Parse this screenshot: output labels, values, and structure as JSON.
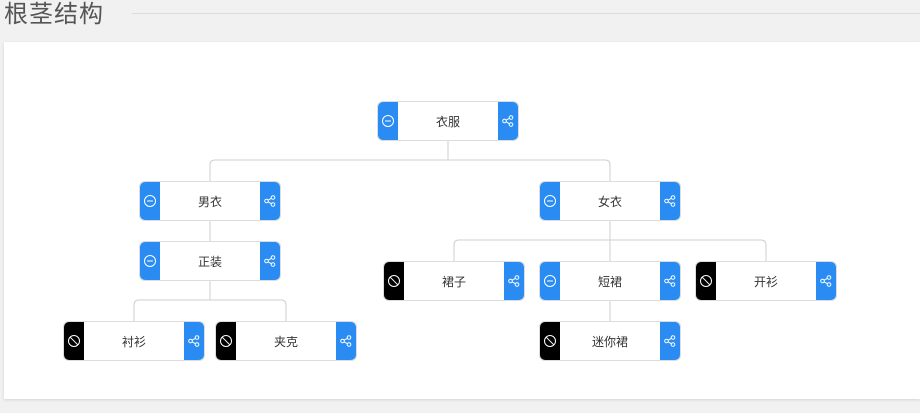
{
  "header": {
    "title": "根茎结构"
  },
  "tree": {
    "root": {
      "label": "衣服",
      "toggle_icon": "minus-circle-icon",
      "action_icon": "share-icon"
    },
    "men": {
      "label": "男衣",
      "toggle_icon": "minus-circle-icon",
      "action_icon": "share-icon"
    },
    "formal": {
      "label": "正装",
      "toggle_icon": "minus-circle-icon",
      "action_icon": "share-icon"
    },
    "shirt": {
      "label": "衬衫",
      "toggle_icon": "block-icon",
      "action_icon": "share-icon"
    },
    "jacket": {
      "label": "夹克",
      "toggle_icon": "block-icon",
      "action_icon": "share-icon"
    },
    "women": {
      "label": "女衣",
      "toggle_icon": "minus-circle-icon",
      "action_icon": "share-icon"
    },
    "skirt": {
      "label": "裙子",
      "toggle_icon": "block-icon",
      "action_icon": "share-icon"
    },
    "short_skirt": {
      "label": "短裙",
      "toggle_icon": "minus-circle-icon",
      "action_icon": "share-icon"
    },
    "mini_skirt": {
      "label": "迷你裙",
      "toggle_icon": "block-icon",
      "action_icon": "share-icon"
    },
    "cardigan": {
      "label": "开衫",
      "toggle_icon": "block-icon",
      "action_icon": "share-icon"
    }
  },
  "colors": {
    "expandable": "#2a8cf2",
    "leaf": "#000000",
    "connector": "#cfcfcf"
  }
}
